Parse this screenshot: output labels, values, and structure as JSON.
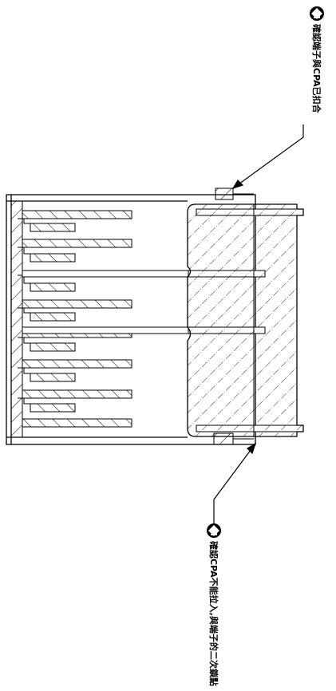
{
  "notes": {
    "top": {
      "marker": "M",
      "text": "確認端子與CPA已扣合"
    },
    "bottom": {
      "marker": "M",
      "text": "確認CPA不能拉入,與端子的二次鎖點"
    }
  },
  "colors": {
    "ink": "#000000",
    "paper": "#ffffff"
  }
}
